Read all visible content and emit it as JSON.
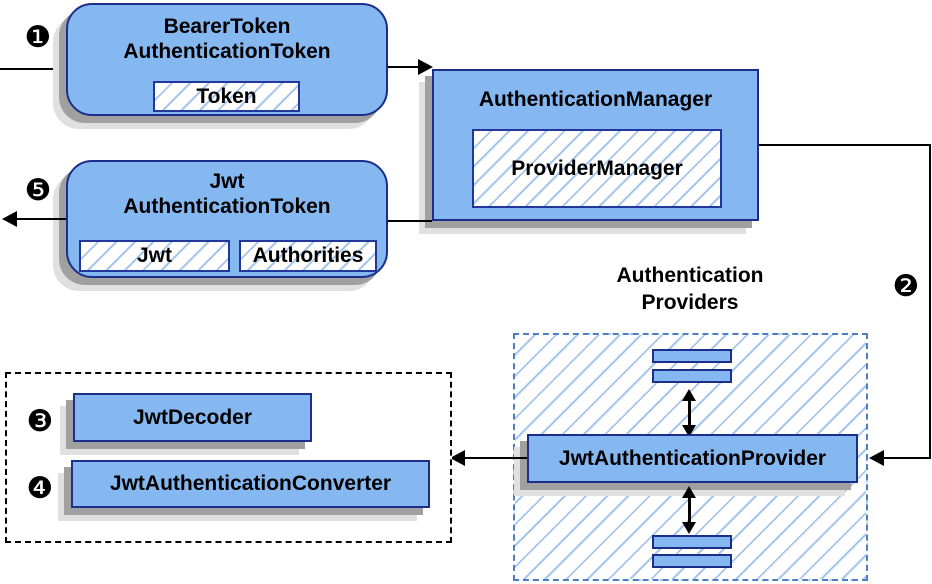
{
  "nodes": {
    "bearer_token": {
      "title_line1": "BearerToken",
      "title_line2": "AuthenticationToken",
      "inner_label": "Token"
    },
    "authentication_manager": {
      "title": "AuthenticationManager",
      "inner_label": "ProviderManager"
    },
    "jwt_authentication_token": {
      "title_line1": "Jwt",
      "title_line2": "AuthenticationToken",
      "inner_left_label": "Jwt",
      "inner_right_label": "Authorities"
    },
    "authentication_providers": {
      "label_line1": "Authentication",
      "label_line2": "Providers"
    },
    "jwt_authentication_provider": {
      "label": "JwtAuthenticationProvider"
    },
    "jwt_decoder": {
      "label": "JwtDecoder"
    },
    "jwt_authentication_converter": {
      "label": "JwtAuthenticationConverter"
    }
  },
  "step_markers": {
    "step_1": "❶",
    "step_2": "❷",
    "step_3": "❸",
    "step_4": "❹",
    "step_5": "❺"
  },
  "colors": {
    "node_fill": "#85b8f1",
    "node_border": "#1b2f8a",
    "hatch_line": "#a6c6ee",
    "providers_dashed_border": "#4e7ec2",
    "outer_dashed_border": "#000000",
    "shadow_dark": "#a0a0a0",
    "shadow_light": "#e0e0e0",
    "connector": "#000000",
    "marker_fill": "#000000",
    "marker_digit": "#ffffff"
  }
}
